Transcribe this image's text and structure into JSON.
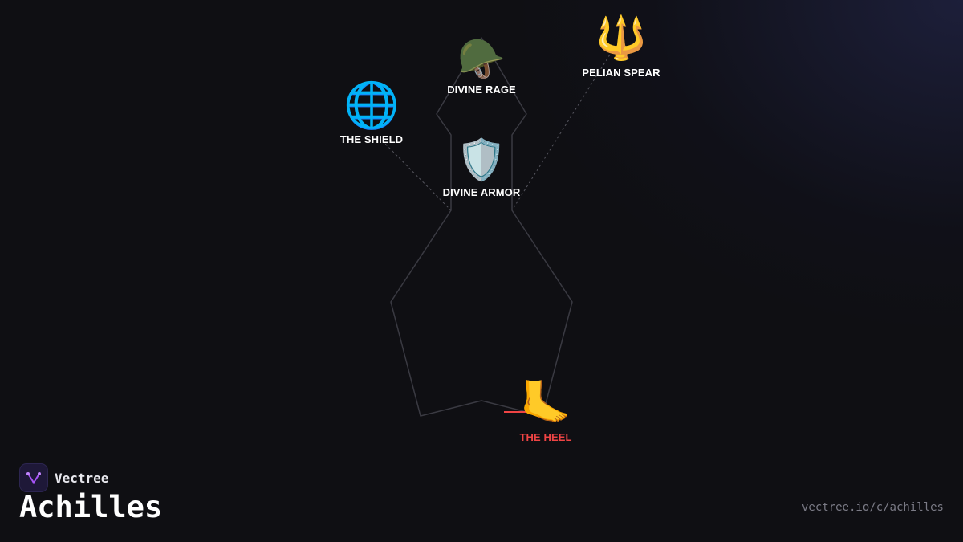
{
  "brand": {
    "name": "Vectree",
    "logo_icon": "vectree-logo-icon",
    "accent": "#a855f7"
  },
  "title": "Achilles",
  "url": "vectree.io/c/achilles",
  "diagram": {
    "outline_color": "#3a3a42",
    "connector_color": "#55555e",
    "danger_color": "#ef4444",
    "nodes": [
      {
        "id": "divine-rage",
        "label": "DIVINE RAGE",
        "icon": "helmet-icon",
        "glyph": "🪖"
      },
      {
        "id": "pelian-spear",
        "label": "PELIAN SPEAR",
        "icon": "trident-icon",
        "glyph": "🔱"
      },
      {
        "id": "the-shield",
        "label": "THE SHIELD",
        "icon": "globe-icon",
        "glyph": "🌐"
      },
      {
        "id": "divine-armor",
        "label": "DIVINE ARMOR",
        "icon": "shield-icon",
        "glyph": "🛡️"
      },
      {
        "id": "the-heel",
        "label": "THE HEEL",
        "icon": "foot-icon",
        "glyph": "🦶",
        "highlight": "danger"
      }
    ]
  }
}
